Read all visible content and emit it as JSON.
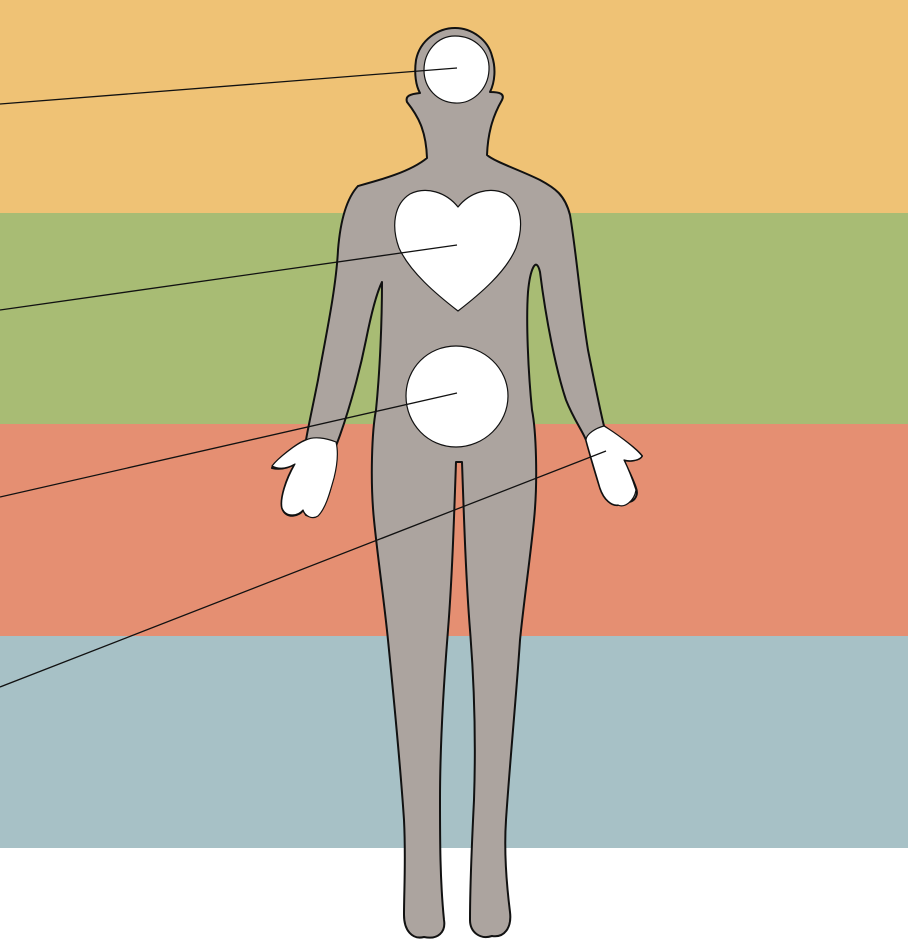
{
  "bands": [
    {
      "id": "mind",
      "color": "#efc275"
    },
    {
      "id": "heart",
      "color": "#a8bc74"
    },
    {
      "id": "gut",
      "color": "#e58f72"
    },
    {
      "id": "hands",
      "color": "#a7c1c6"
    }
  ],
  "figure": {
    "skin_color": "#aca49f",
    "outline_color": "#111111",
    "highlight_color": "#ffffff"
  },
  "regions": [
    {
      "id": "head",
      "shape": "circle-icon"
    },
    {
      "id": "heart",
      "shape": "heart-icon"
    },
    {
      "id": "belly",
      "shape": "circle-icon"
    },
    {
      "id": "hand",
      "shape": "hand-icon"
    }
  ],
  "leader_line_color": "#111111"
}
